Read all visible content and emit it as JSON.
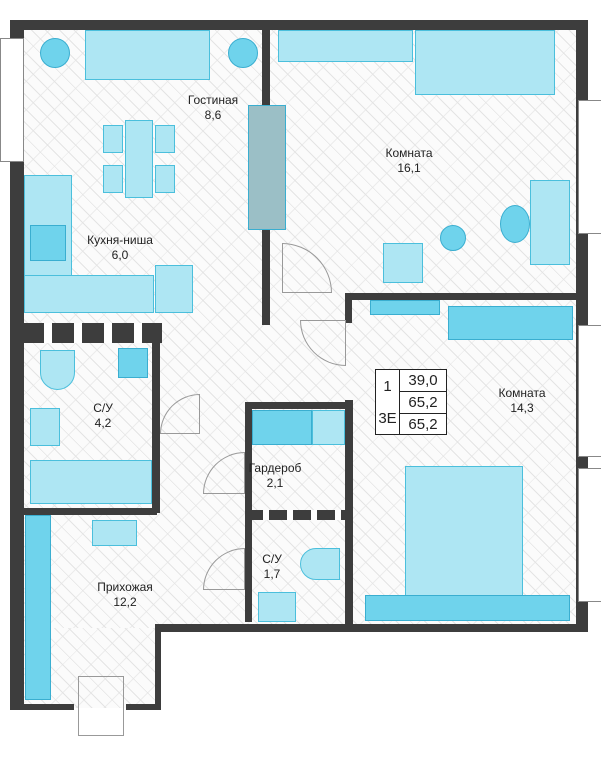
{
  "rooms": [
    {
      "name": "Гостиная",
      "area": "8,6"
    },
    {
      "name": "Комната",
      "area": "16,1"
    },
    {
      "name": "Кухня-ниша",
      "area": "6,0"
    },
    {
      "name": "С/У",
      "area": "4,2"
    },
    {
      "name": "Гардероб",
      "area": "2,1"
    },
    {
      "name": "С/У",
      "area": "1,7"
    },
    {
      "name": "Прихожая",
      "area": "12,2"
    },
    {
      "name": "Комната",
      "area": "14,3"
    }
  ],
  "info": {
    "rooms_count": "1",
    "type": "3Е",
    "living_area": "39,0",
    "total_area": "65,2",
    "total_area_2": "65,2"
  },
  "colors": {
    "furniture": "#aee6f3",
    "accent": "#6fd3ec",
    "wall": "#3d3d3d"
  }
}
